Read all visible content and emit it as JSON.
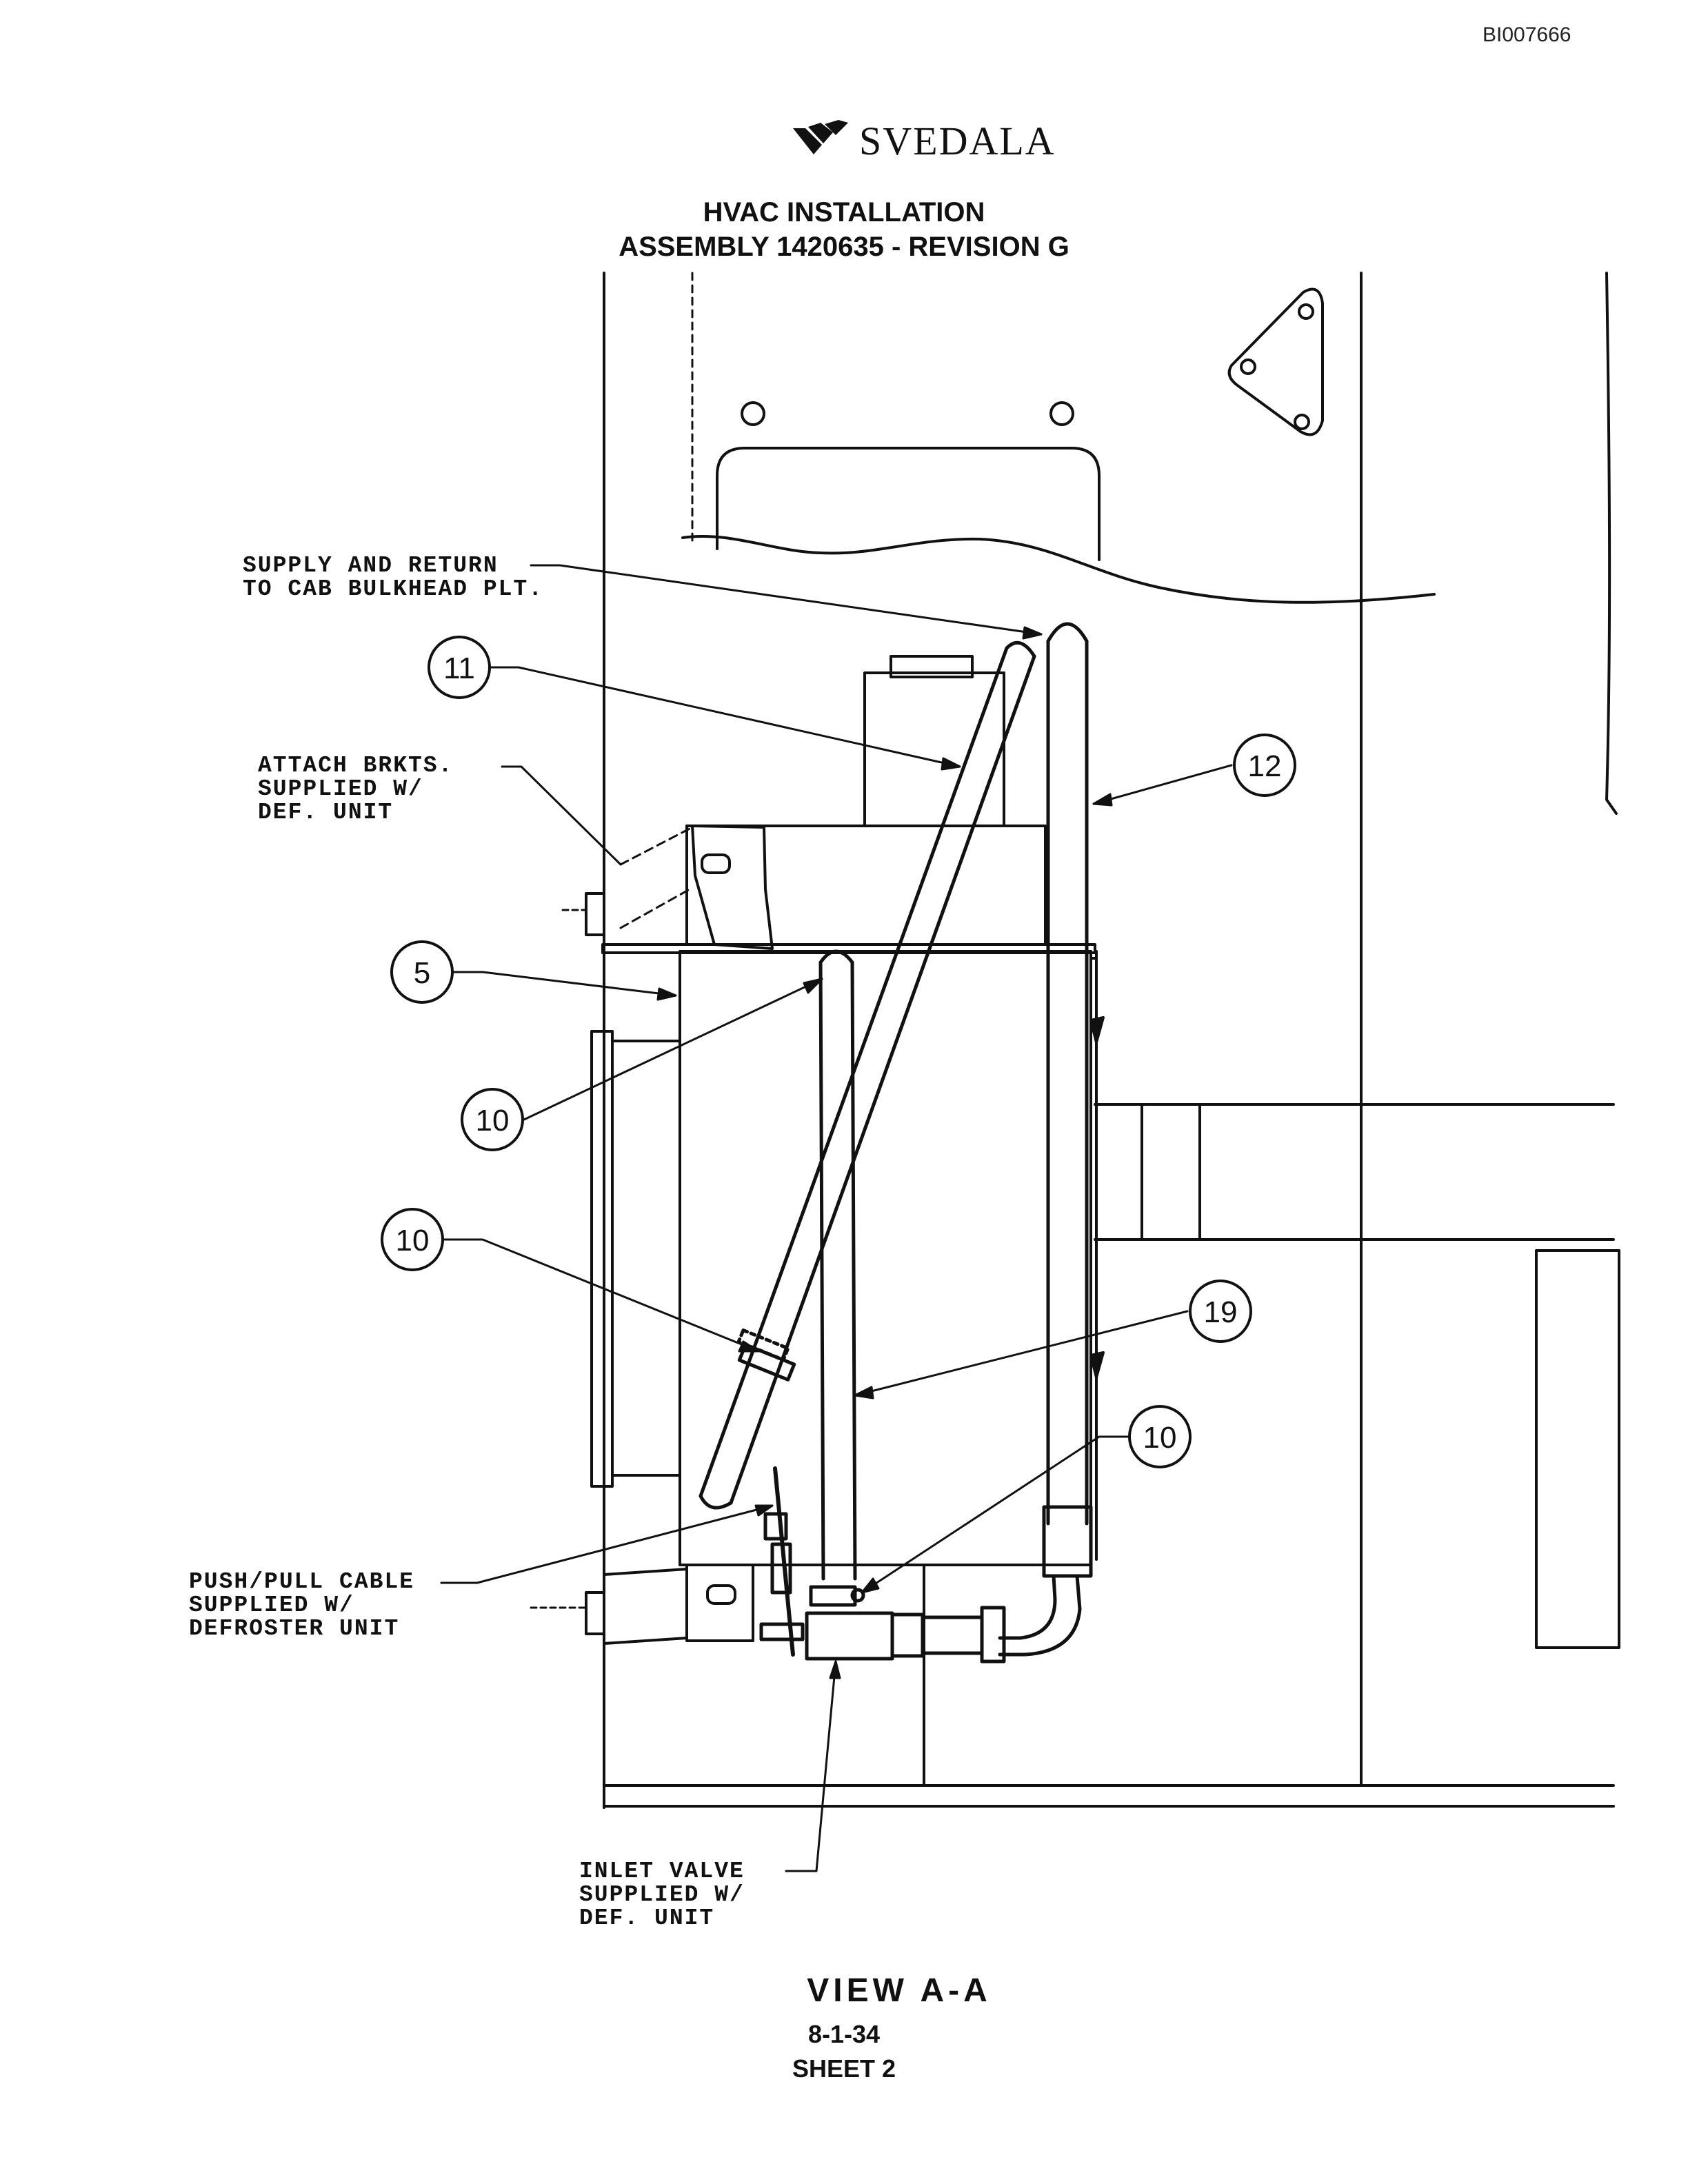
{
  "document_id": "BI007666",
  "logo": {
    "name": "SVEDALA",
    "icon": "svedala-wing-logo"
  },
  "title": {
    "line1": "HVAC INSTALLATION",
    "line2": "ASSEMBLY 1420635 - REVISION G"
  },
  "callouts": {
    "supply_return": "SUPPLY AND RETURN\nTO CAB BULKHEAD PLT.",
    "attach_brackets": "ATTACH BRKTS.\nSUPPLIED W/\nDEF. UNIT",
    "push_pull_cable": "PUSH/PULL CABLE\nSUPPLIED W/\nDEFROSTER UNIT",
    "inlet_valve": "INLET VALVE\nSUPPLIED W/\nDEF. UNIT"
  },
  "item_numbers": [
    "11",
    "12",
    "5",
    "10",
    "10",
    "19",
    "10"
  ],
  "view_title": "VIEW A-A",
  "drawing_number": "8-1-34",
  "sheet": "SHEET 2"
}
